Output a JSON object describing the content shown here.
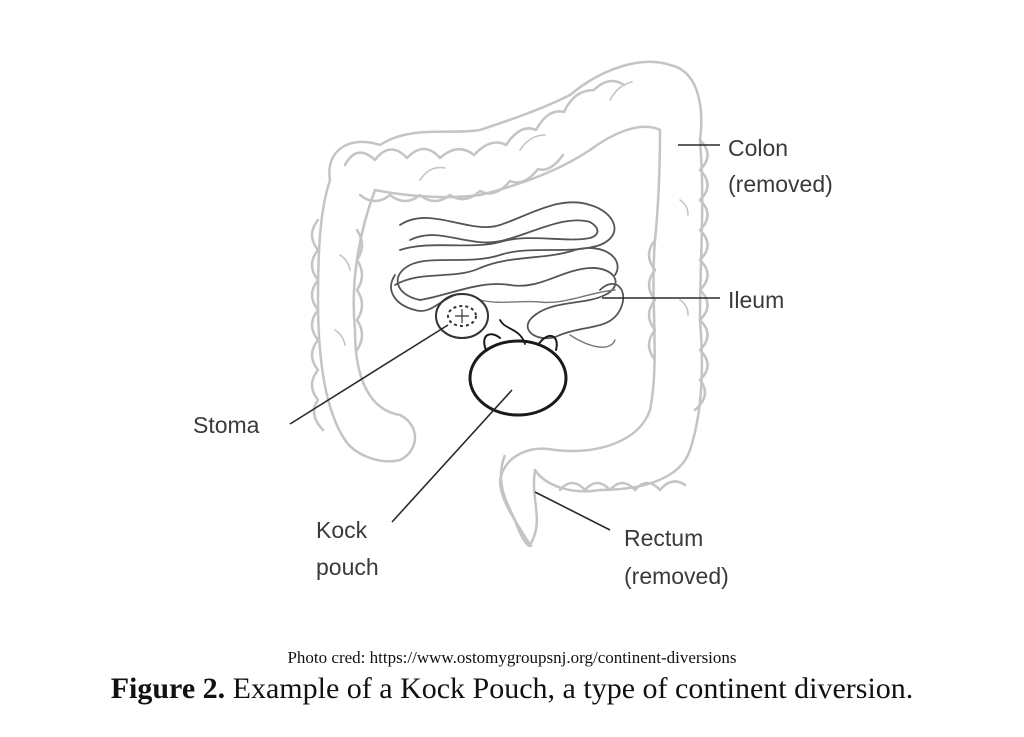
{
  "diagram": {
    "labels": {
      "colon_line1": "Colon",
      "colon_line2": "(removed)",
      "ileum": "Ileum",
      "stoma": "Stoma",
      "kock_line1": "Kock",
      "kock_line2": "pouch",
      "rectum_line1": "Rectum",
      "rectum_line2": "(removed)"
    },
    "colors": {
      "faint_outline": "#c8c8c8",
      "ink": "#2a2a2a"
    }
  },
  "credit": "Photo cred: https://www.ostomygroupsnj.org/continent-diversions",
  "caption": {
    "prefix": "Figure 2.",
    "text": " Example of a Kock Pouch, a type of continent diversion."
  }
}
